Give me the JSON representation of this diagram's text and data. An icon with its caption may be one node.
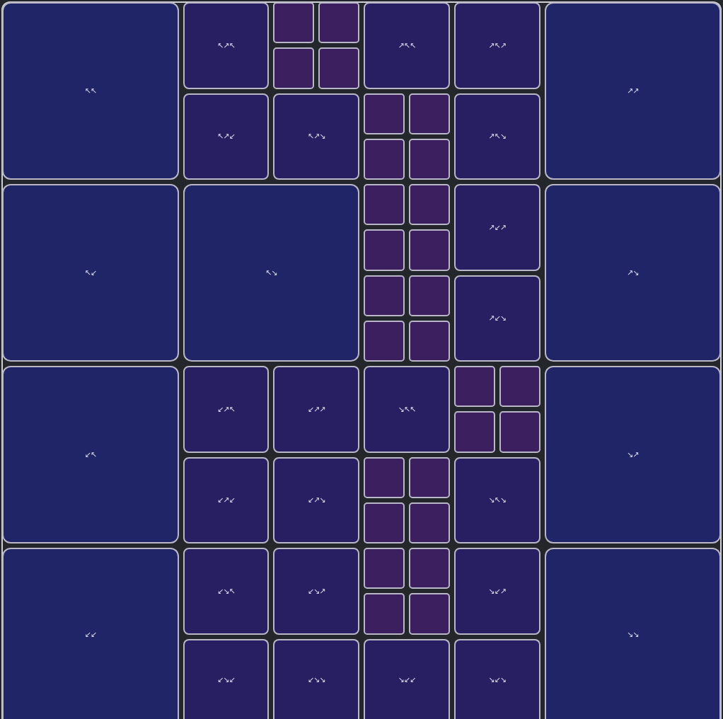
{
  "diagram": {
    "nodes": [
      {
        "text": [
          "↖↖"
        ]
      },
      {
        "text": [
          "↖↗↖"
        ]
      },
      {
        "text": [],
        "shape": "box"
      },
      {
        "text": [],
        "shape": "box"
      },
      {
        "text": [
          "↗↖↖"
        ]
      },
      {
        "text": [
          "↗↖↗"
        ]
      },
      {
        "text": [
          "↗↗"
        ]
      },
      {
        "text": [],
        "shape": "box"
      },
      {
        "text": [],
        "shape": "box"
      },
      {
        "text": [
          "↖↗↙"
        ]
      },
      {
        "text": [
          "↖↗↘"
        ]
      },
      {
        "text": [],
        "shape": "box"
      },
      {
        "text": [],
        "shape": "box"
      },
      {
        "text": [
          "↗↖↘"
        ]
      },
      {
        "text": [],
        "shape": "box"
      },
      {
        "text": [],
        "shape": "box"
      },
      {
        "text": [
          "↖↙"
        ]
      },
      {
        "text": [
          "↖↘"
        ]
      },
      {
        "text": [],
        "shape": "box"
      },
      {
        "text": [],
        "shape": "box"
      },
      {
        "text": [
          "↗↙↗"
        ]
      },
      {
        "text": [
          "↗↘"
        ]
      },
      {
        "text": [],
        "shape": "box"
      },
      {
        "text": [],
        "shape": "box"
      },
      {
        "text": [],
        "shape": "box"
      },
      {
        "text": [],
        "shape": "box"
      },
      {
        "text": [
          "↗↙↘"
        ]
      },
      {
        "text": [],
        "shape": "box"
      },
      {
        "text": [],
        "shape": "box"
      },
      {
        "text": [
          "↙↖"
        ]
      },
      {
        "text": [
          "↙↗↖"
        ]
      },
      {
        "text": [
          "↙↗↗"
        ]
      },
      {
        "text": [
          "↘↖↖"
        ]
      },
      {
        "text": [],
        "shape": "box"
      },
      {
        "text": [],
        "shape": "box"
      },
      {
        "text": [
          "↘↗"
        ]
      },
      {
        "text": [],
        "shape": "box"
      },
      {
        "text": [],
        "shape": "box"
      },
      {
        "text": [
          "↙↗↙"
        ]
      },
      {
        "text": [
          "↙↗↘"
        ]
      },
      {
        "text": [],
        "shape": "box"
      },
      {
        "text": [],
        "shape": "box"
      },
      {
        "text": [
          "↘↖↘"
        ]
      },
      {
        "text": [],
        "shape": "box"
      },
      {
        "text": [],
        "shape": "box"
      },
      {
        "text": [
          "↙↙"
        ]
      },
      {
        "text": [
          "↙↘↖"
        ]
      },
      {
        "text": [
          "↙↘↗"
        ]
      },
      {
        "text": [],
        "shape": "box"
      },
      {
        "text": [],
        "shape": "box"
      },
      {
        "text": [
          "↘↙↗"
        ]
      },
      {
        "text": [
          "↘↘"
        ]
      },
      {
        "text": [],
        "shape": "box"
      },
      {
        "text": [],
        "shape": "box"
      },
      {
        "text": [
          "↙↘↙"
        ]
      },
      {
        "text": [
          "↙↘↘"
        ]
      },
      {
        "text": [
          "↘↙↙"
        ]
      },
      {
        "text": [
          "↘↙↘"
        ]
      }
    ]
  }
}
